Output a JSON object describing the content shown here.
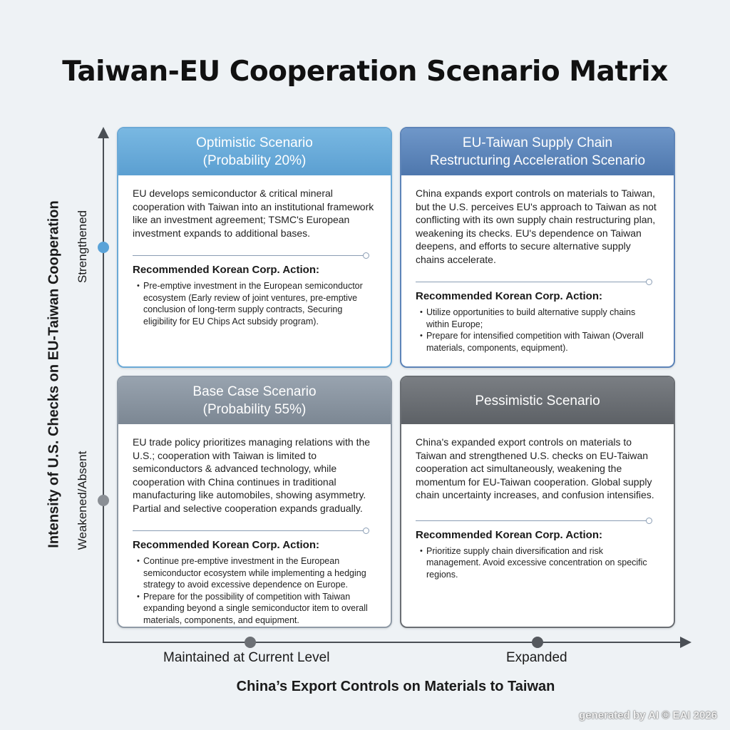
{
  "title": "Taiwan-EU Cooperation Scenario Matrix",
  "axes": {
    "y_label": "Intensity of U.S. Checks on EU-Taiwan Cooperation",
    "y_high": "Strengthened",
    "y_low": "Weakened/Absent",
    "x_label": "China’s Export Controls on Materials to Taiwan",
    "x_low": "Maintained at Current Level",
    "x_high": "Expanded"
  },
  "quadrants": {
    "top_left": {
      "title_line1": "Optimistic Scenario",
      "title_line2": "(Probability 20%)",
      "description": "EU develops semiconductor & critical mineral cooperation with Taiwan into an institutional framework like an investment agreement; TSMC's European investment expands to additional bases.",
      "rec_title": "Recommended Korean Corp. Action:",
      "actions": [
        "Pre-emptive investment in the European semiconductor ecosystem (Early review of joint ventures, pre-emptive conclusion of long-term supply contracts, Securing eligibility for EU Chips Act subsidy program)."
      ]
    },
    "top_right": {
      "title_line1": "EU-Taiwan Supply Chain",
      "title_line2": "Restructuring Acceleration Scenario",
      "description": "China expands export controls on materials to Taiwan, but the U.S. perceives EU's approach to Taiwan as not conflicting with its own supply chain restructuring plan, weakening its checks. EU's dependence on Taiwan deepens, and efforts to secure alternative supply chains accelerate.",
      "rec_title": "Recommended Korean Corp. Action:",
      "actions": [
        "Utilize opportunities to build alternative supply chains within Europe;",
        "Prepare for intensified competition with Taiwan (Overall materials, components, equipment)."
      ]
    },
    "bottom_left": {
      "title_line1": "Base Case Scenario",
      "title_line2": "(Probability 55%)",
      "description": "EU trade policy prioritizes managing relations with the U.S.; cooperation with Taiwan is limited to semiconductors & advanced technology, while cooperation with China continues in traditional manufacturing like automobiles, showing asymmetry. Partial and selective cooperation expands gradually.",
      "rec_title": "Recommended Korean Corp. Action:",
      "actions": [
        "Continue pre-emptive investment in the European semiconductor ecosystem while implementing a hedging strategy to avoid excessive dependence on Europe.",
        "Prepare for the possibility of competition with Taiwan expanding beyond a single semiconductor item to overall materials, components, and equipment."
      ]
    },
    "bottom_right": {
      "title_line1": "Pessimistic Scenario",
      "title_line2": "",
      "description": "China's expanded export controls on materials to Taiwan and strengthened U.S. checks on EU-Taiwan cooperation act simultaneously, weakening the momentum for EU-Taiwan cooperation. Global supply chain uncertainty increases, and confusion intensifies.",
      "rec_title": "Recommended Korean Corp. Action:",
      "actions": [
        "Prioritize supply chain diversification and risk management. Avoid excessive concentration on specific regions."
      ]
    }
  },
  "watermark": "generated by AI © EAI 2026",
  "colors": {
    "optimistic": "#6aaedc",
    "restructuring": "#5a82b8",
    "base_case": "#8a95a1",
    "pessimistic": "#6c7075",
    "axis": "#4a4f55",
    "tick_high": "#5aa3d8",
    "tick_low": "#8a8f95"
  }
}
